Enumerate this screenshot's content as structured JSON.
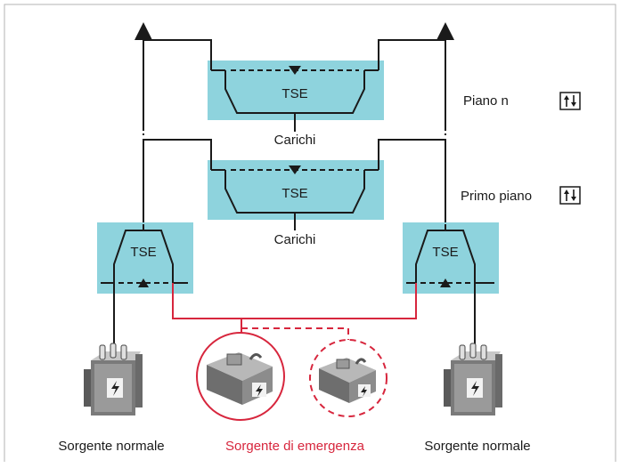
{
  "labels": {
    "tse": "TSE",
    "carichi": "Carichi",
    "piano_n": "Piano n",
    "primo_piano": "Primo piano",
    "sorgente_normale": "Sorgente normale",
    "sorgente_emergenza": "Sorgente di emergenza"
  },
  "colors": {
    "panel": "#8ed3dd",
    "line": "#1a1a1a",
    "emergency": "#d7263d",
    "frame": "#b3b3b3"
  },
  "icons": {
    "floor_transfer": "up-down-arrows-icon",
    "transformer": "transformer-icon",
    "generator": "generator-icon"
  }
}
